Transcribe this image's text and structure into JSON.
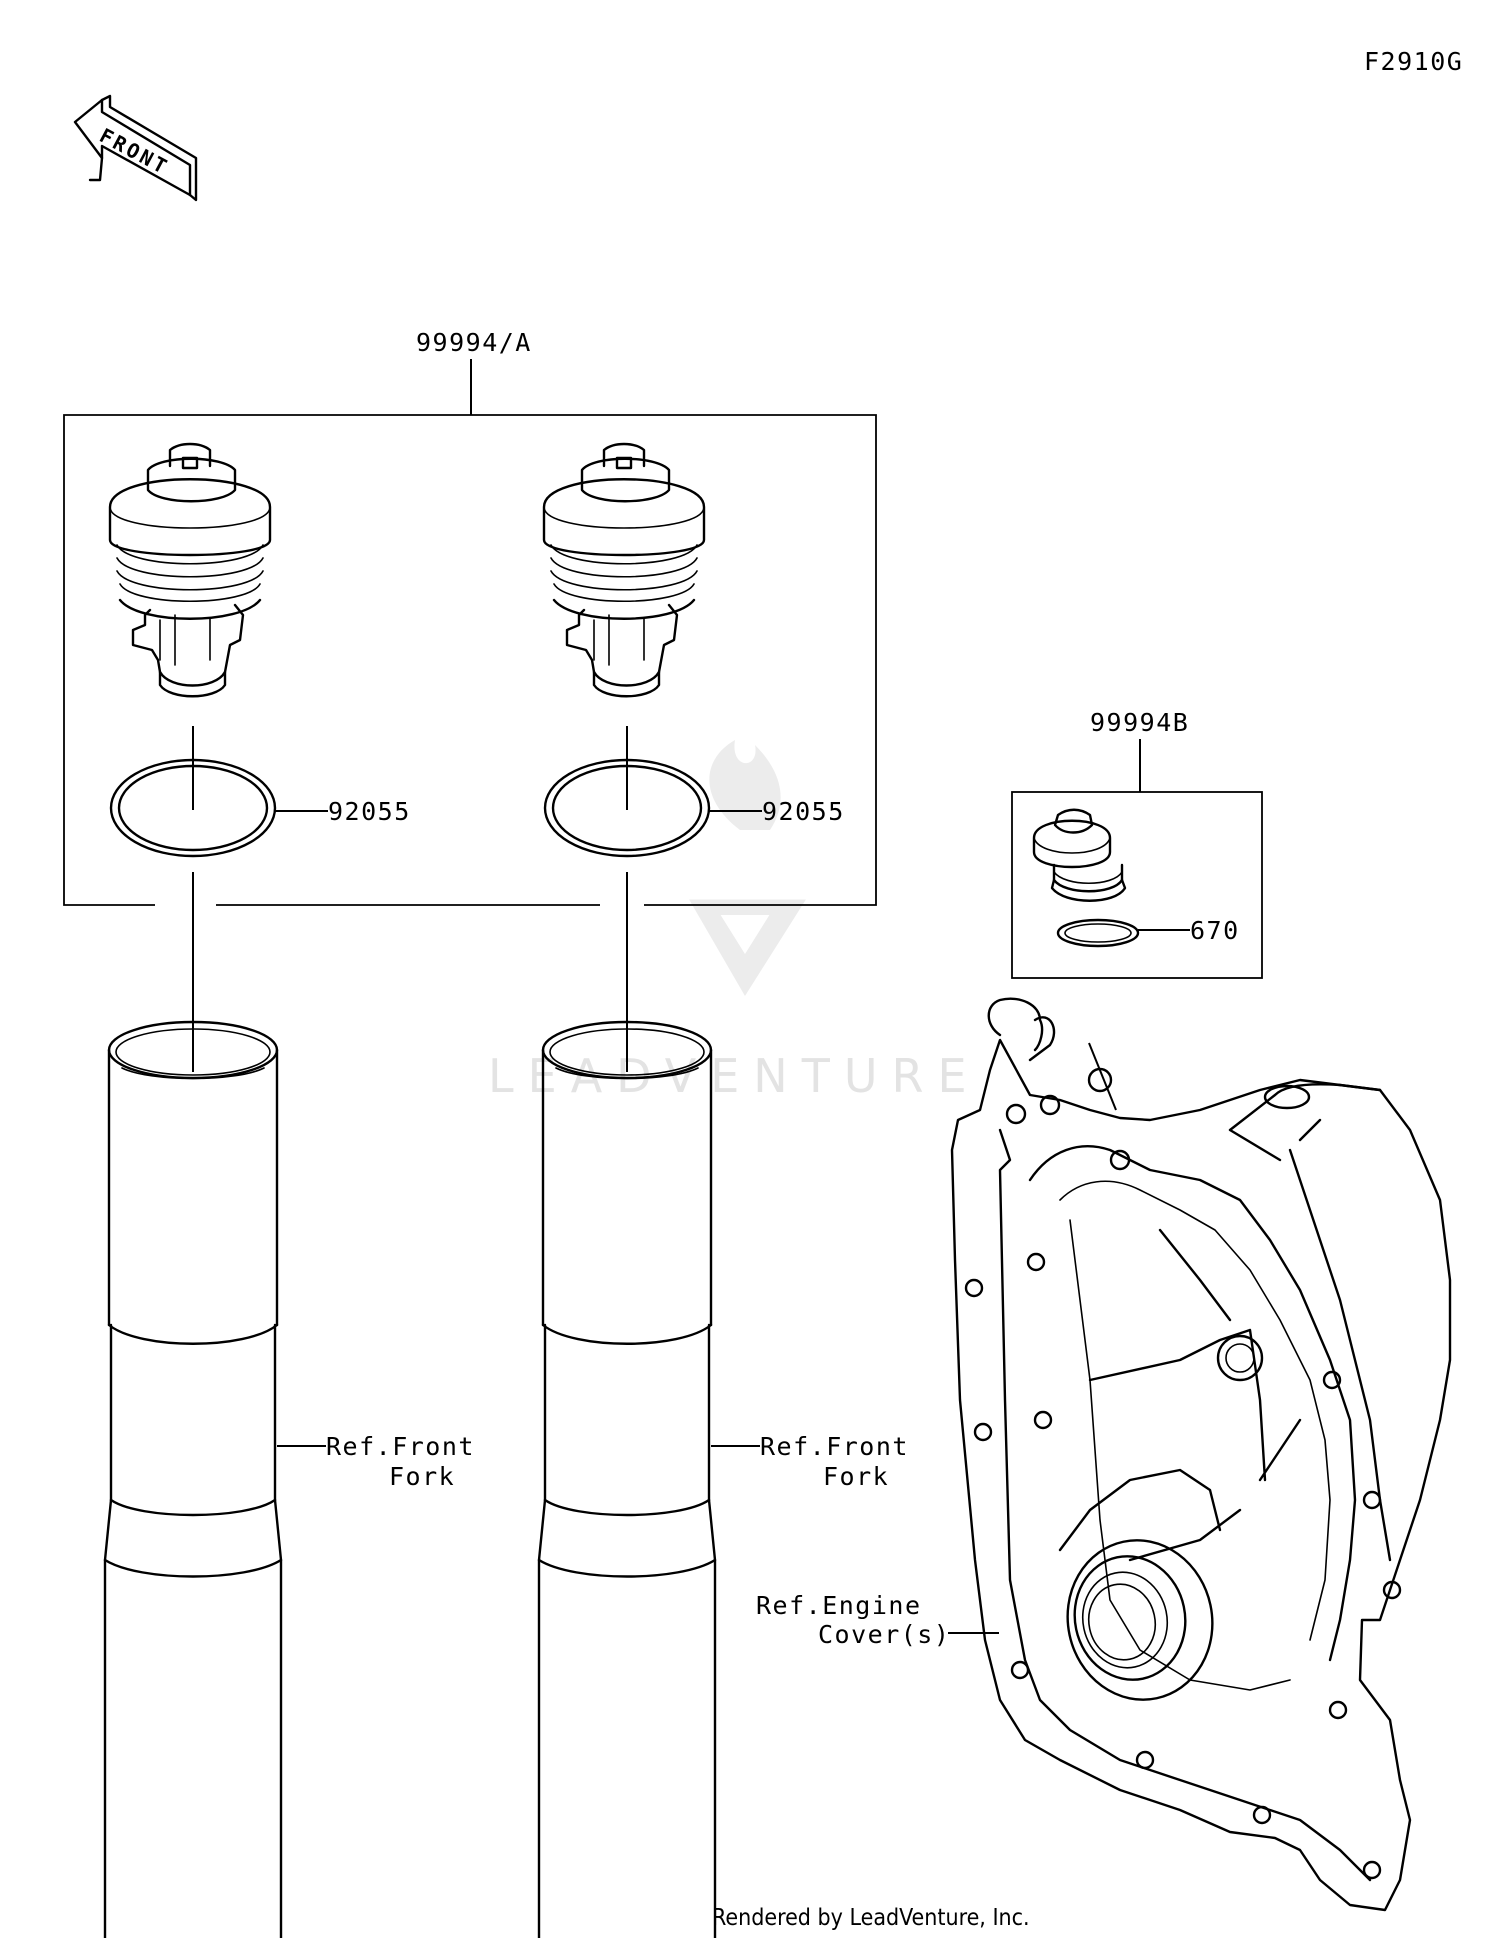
{
  "figure_code": "F2910G",
  "labels": {
    "front": "FRONT",
    "ref_front_fork_line1": "Ref.Front",
    "ref_front_fork_line2": "Fork",
    "ref_engine_cover_line1": "Ref.Engine",
    "ref_engine_cover_line2": "Cover(s)"
  },
  "parts": {
    "kit_a": "99994/A",
    "kit_b": "99994B",
    "o_ring": "92055",
    "gasket": "670"
  },
  "watermark": {
    "text": "LEADVENTURE"
  },
  "footer": {
    "credit": "Rendered by LeadVenture, Inc."
  }
}
